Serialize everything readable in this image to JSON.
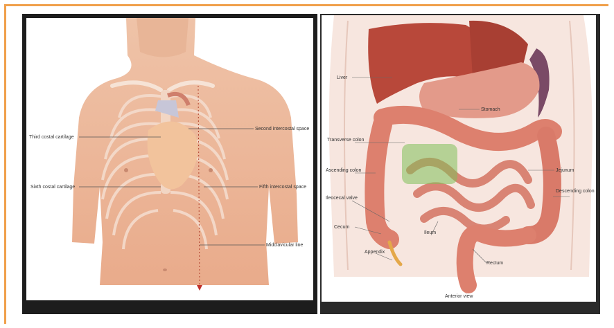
{
  "left_figure": {
    "labels": {
      "third_costal": "Third costal cartilage",
      "second_intercostal": "Second intercostal space",
      "sixth_costal": "Sixth costal cartilage",
      "fifth_intercostal": "Fifth intercostal space",
      "midclavicular": "Midclavicular line"
    }
  },
  "right_figure": {
    "labels": {
      "liver": "Liver",
      "stomach": "Stomach",
      "transverse_colon": "Transverse colon",
      "jejunum": "Jejunum",
      "ascending_colon": "Ascending colon",
      "descending_colon": "Descending colon",
      "ileocecal_valve": "Ileocecal valve",
      "cecum": "Cecum",
      "ileum": "Ileum",
      "appendix": "Appendix",
      "rectum": "Rectum"
    },
    "caption": "Anterior view"
  }
}
